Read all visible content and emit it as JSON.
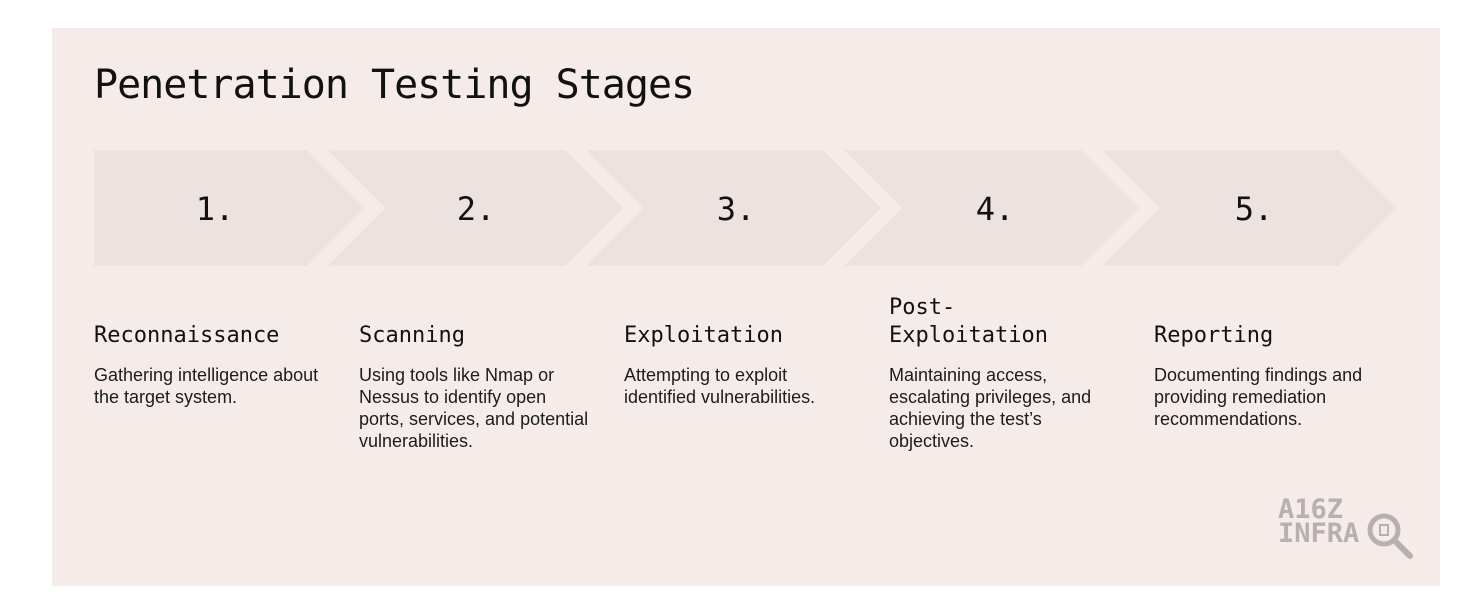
{
  "title": "Penetration Testing Stages",
  "stages": [
    {
      "number": "1.",
      "title": "Reconnaissance",
      "description": "Gathering intelligence about the target system."
    },
    {
      "number": "2.",
      "title": "Scanning",
      "description": "Using tools like Nmap or Nessus to identify open ports, services, and potential vulnerabilities."
    },
    {
      "number": "3.",
      "title": "Exploitation",
      "description": "Attempting to exploit identified vulnerabilities."
    },
    {
      "number": "4.",
      "title": "Post-\nExploitation",
      "description": "Maintaining access, escalating privileges, and achieving the test’s objectives."
    },
    {
      "number": "5.",
      "title": "Reporting",
      "description": "Documenting findings and providing remediation recommendations."
    }
  ],
  "logo": {
    "text": "A16Z\nINFRA",
    "icon": "magnifier-icon"
  },
  "colors": {
    "background": "#f5ecea",
    "chevron": "#ece2df",
    "text": "#111111",
    "logo": "#b8b0ae"
  }
}
